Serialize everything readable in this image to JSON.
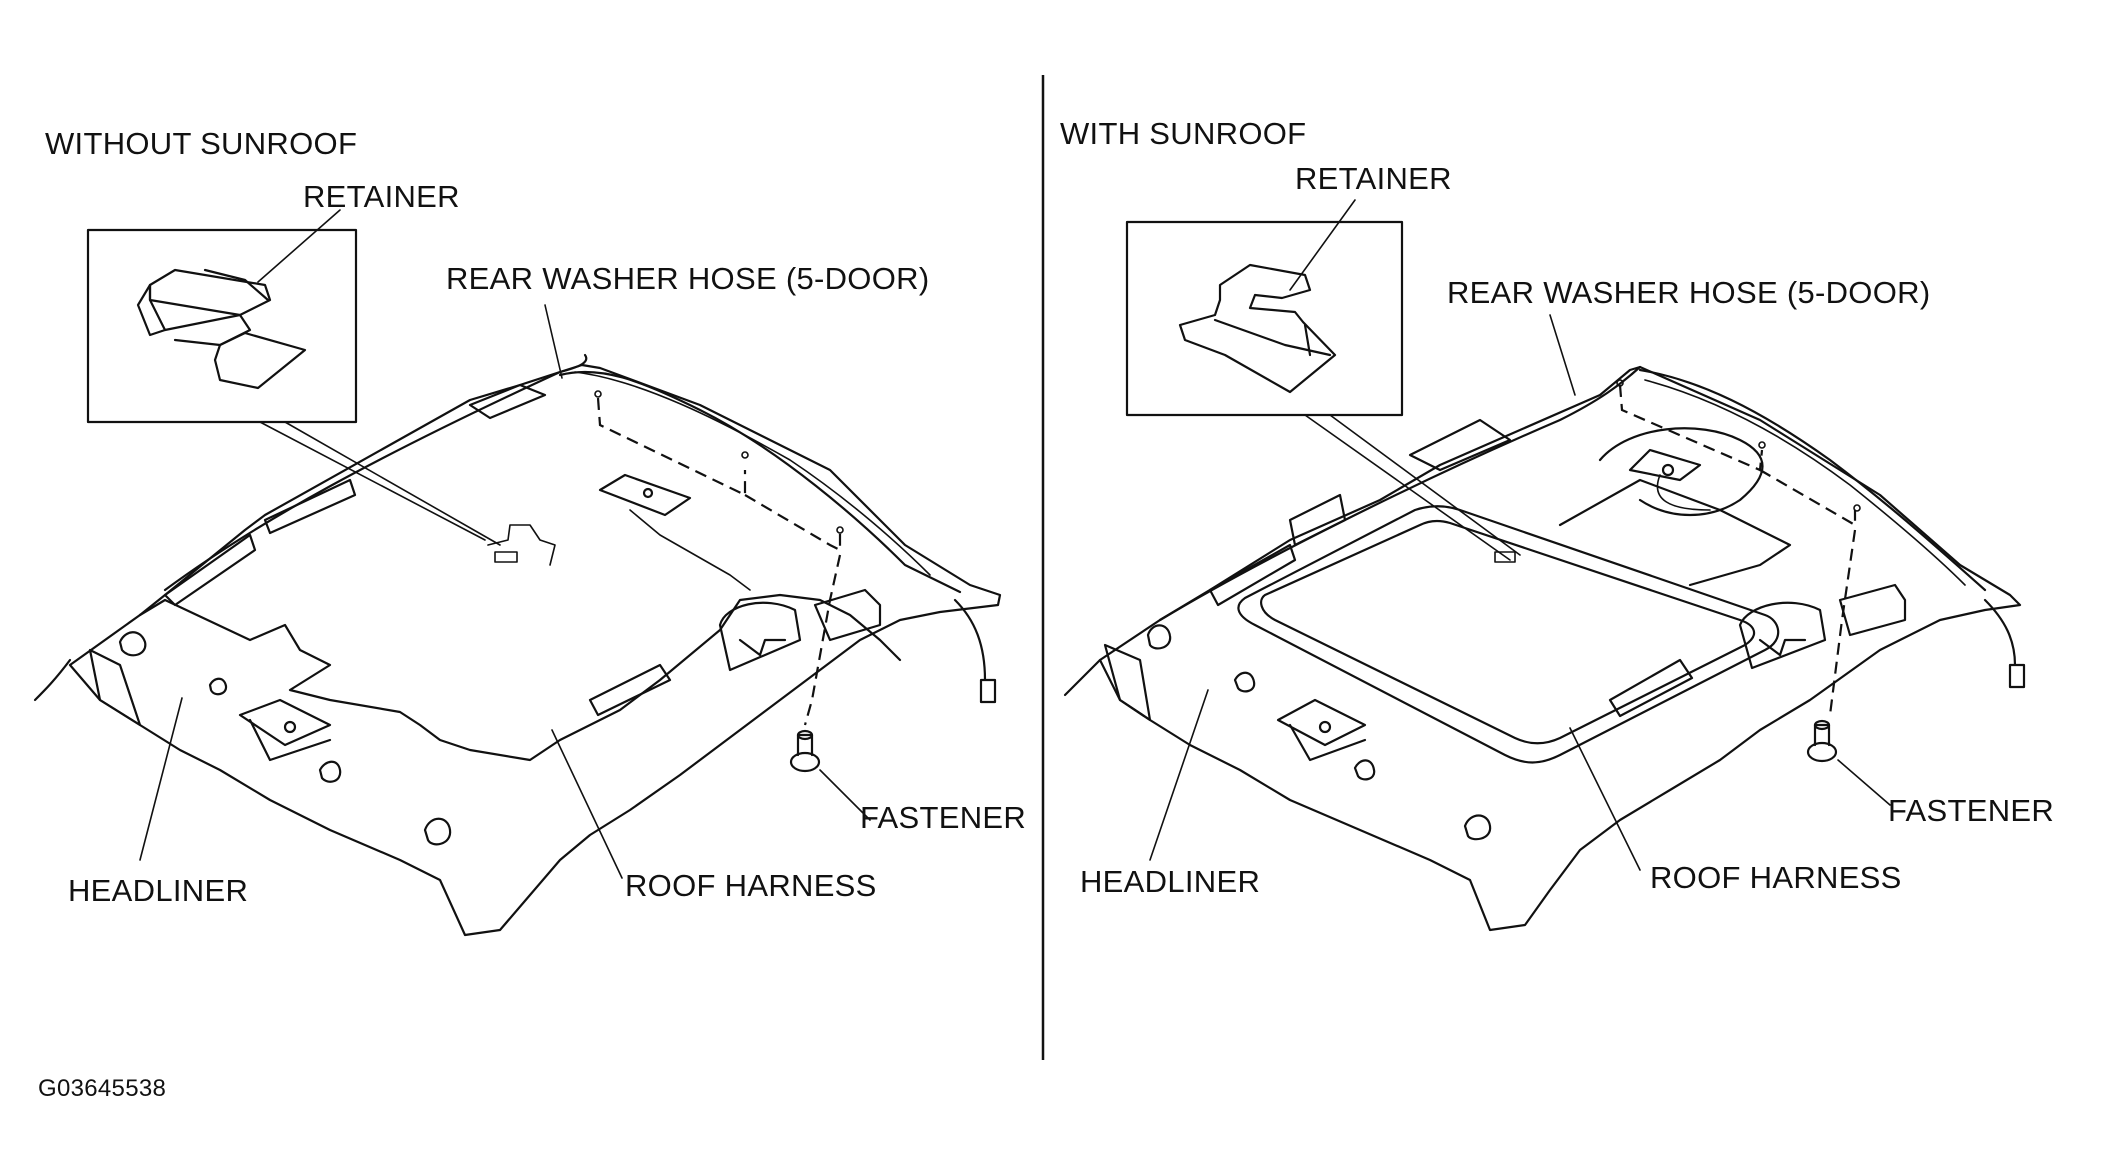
{
  "panels": {
    "left": {
      "title": "WITHOUT SUNROOF",
      "labels": {
        "retainer": "RETAINER",
        "rear_washer_hose": "REAR WASHER HOSE (5-DOOR)",
        "headliner": "HEADLINER",
        "roof_harness": "ROOF HARNESS",
        "fastener": "FASTENER"
      }
    },
    "right": {
      "title": "WITH SUNROOF",
      "labels": {
        "retainer": "RETAINER",
        "rear_washer_hose": "REAR WASHER HOSE (5-DOOR)",
        "headliner": "HEADLINER",
        "roof_harness": "ROOF HARNESS",
        "fastener": "FASTENER"
      }
    }
  },
  "figure_code": "G03645538"
}
